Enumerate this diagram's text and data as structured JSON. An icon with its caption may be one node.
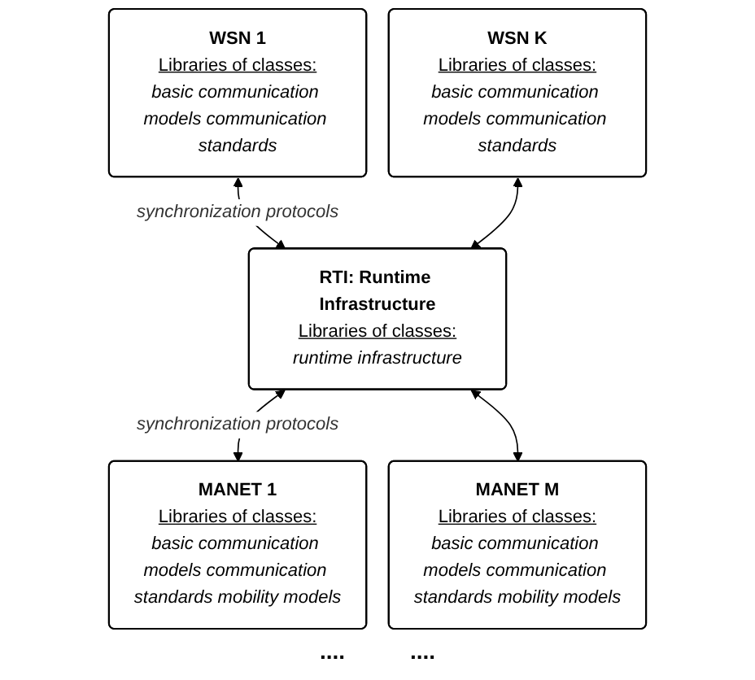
{
  "diagram": {
    "nodes": [
      {
        "text": [
          "WSN 1",
          "Libraries of classes:",
          "basic communication models communication standards"
        ]
      },
      {
        "text": [
          "WSN K",
          "Libraries of classes:",
          "basic communication models communication standards"
        ]
      },
      {
        "text": [
          "RTI: Runtime Infrastructure",
          "Libraries of classes:",
          "runtime infrastructure"
        ]
      },
      {
        "text": [
          "MANET 1",
          "Libraries of classes:",
          "basic communication models communication standards mobility models"
        ]
      },
      {
        "text": [
          "MANET M",
          "Libraries of classes:",
          "basic communication models communication standards mobility models"
        ]
      }
    ],
    "edges": [
      {
        "from": 0,
        "to": 2,
        "arrow": "both",
        "label": "synchronization protocols"
      },
      {
        "from": 1,
        "to": 2,
        "arrow": "both"
      },
      {
        "from": 2,
        "to": 3,
        "arrow": "both",
        "label": "synchronization protocols"
      },
      {
        "from": 2,
        "to": 4,
        "arrow": "both"
      }
    ],
    "labels": [
      "....",
      "...."
    ]
  }
}
